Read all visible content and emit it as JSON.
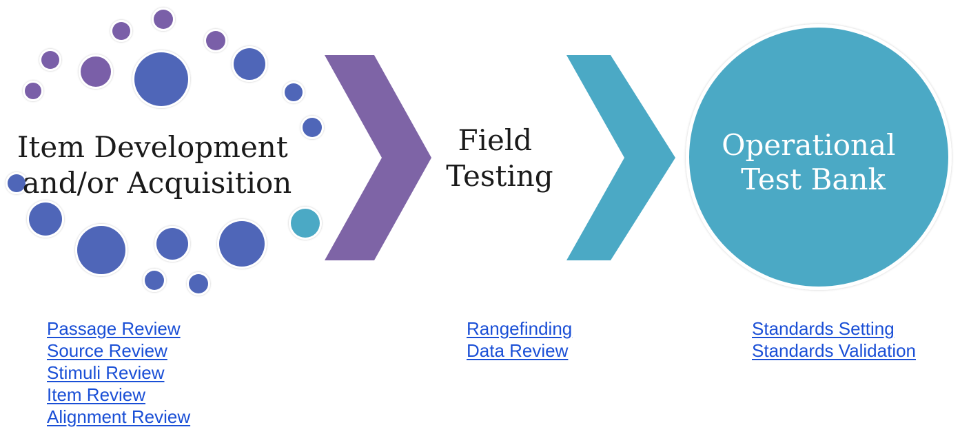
{
  "stages": [
    {
      "id": "development",
      "lines": [
        "Item Development",
        "and/or Acquisition"
      ]
    },
    {
      "id": "field",
      "lines": [
        "Field",
        "Testing"
      ]
    },
    {
      "id": "operational",
      "lines": [
        "Operational",
        "Test Bank"
      ]
    }
  ],
  "links": {
    "development": [
      "Passage Review",
      "Source Review",
      "Stimuli Review",
      "Item Review",
      "Alignment Review"
    ],
    "field": [
      "Rangefinding",
      "Data Review"
    ],
    "operational": [
      "Standards Setting",
      "Standards Validation"
    ]
  },
  "colors": {
    "chevron1": "#7e64a6",
    "chevron2": "#4ba9c5",
    "circle": "#4ba9c5",
    "link": "#1a4fd6",
    "bubbles_purple": "#7a5fa8",
    "bubbles_blue": "#4f66b8",
    "bubbles_teal": "#4ba9c5"
  }
}
